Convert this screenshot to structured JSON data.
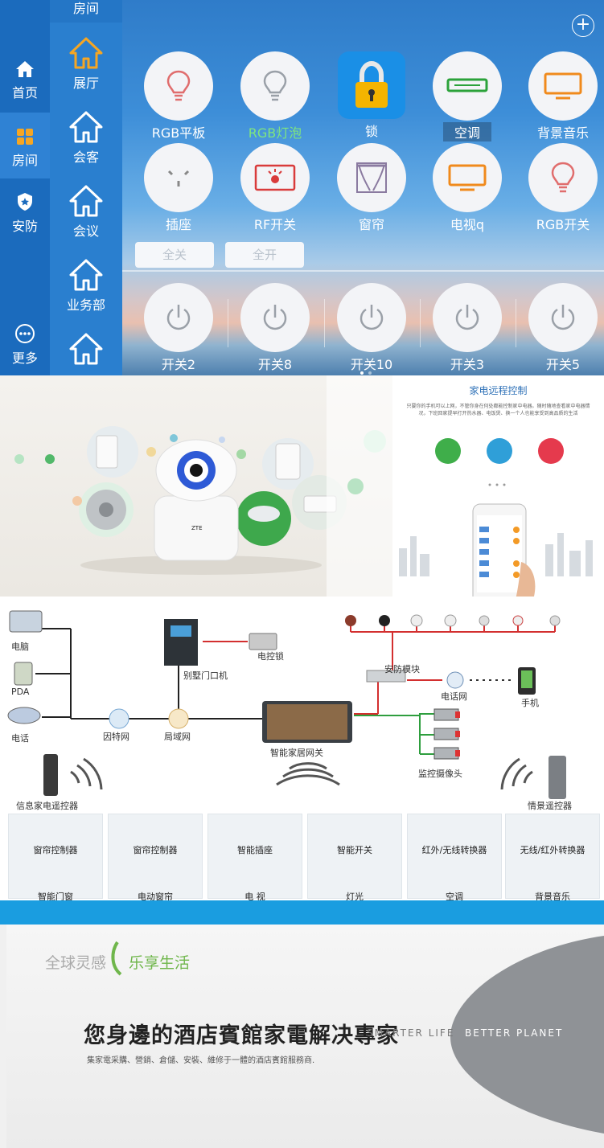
{
  "nav": {
    "items": [
      {
        "label": "首页",
        "icon": "home-icon"
      },
      {
        "label": "房间",
        "icon": "grid-icon"
      },
      {
        "label": "安防",
        "icon": "shield-icon"
      },
      {
        "label": "更多",
        "icon": "more-icon"
      }
    ]
  },
  "rooms": {
    "title": "房间",
    "items": [
      {
        "label": "展厅"
      },
      {
        "label": "会客"
      },
      {
        "label": "会议"
      },
      {
        "label": "业务部"
      }
    ]
  },
  "devices": [
    {
      "label": "RGB平板",
      "icon": "bulb-icon"
    },
    {
      "label": "RGB灯泡",
      "icon": "bulb-icon"
    },
    {
      "label": "锁",
      "icon": "lock-icon"
    },
    {
      "label": "空调",
      "icon": "aircon-icon"
    },
    {
      "label": "背景音乐",
      "icon": "tv-icon"
    },
    {
      "label": "插座",
      "icon": "socket-icon"
    },
    {
      "label": "RF开关",
      "icon": "rf-switch-icon"
    },
    {
      "label": "窗帘",
      "icon": "curtain-icon"
    },
    {
      "label": "电视q",
      "icon": "tv-icon"
    },
    {
      "label": "RGB开关",
      "icon": "bulb-icon"
    }
  ],
  "actions": {
    "all_off": "全关",
    "all_on": "全开"
  },
  "switches": [
    {
      "label": "开关2"
    },
    {
      "label": "开关8"
    },
    {
      "label": "开关10"
    },
    {
      "label": "开关3"
    },
    {
      "label": "开关5"
    }
  ],
  "promo": {
    "title": "家电远程控制",
    "desc": "只要你的手机可以上网，不管你身在何处都能控制家中电器。随时随地查看家中电器情况，下班回家提早打开热水器、电饭煲、换一个人也能享受到高品质的生活"
  },
  "diagram": {
    "labels": {
      "computer": "电脑",
      "pda": "PDA",
      "phone": "电话",
      "internet": "因特网",
      "lan": "局域网",
      "door_unit": "别墅门口机",
      "e_lock": "电控锁",
      "security": "安防模块",
      "tel_net": "电话网",
      "mobile": "手机",
      "gateway": "智能家居网关",
      "camera": "监控摄像头",
      "remote_left": "信息家电遥控器",
      "remote_right": "情景遥控器"
    },
    "tiles": [
      {
        "top": "窗帘控制器",
        "bottom": "智能门窗"
      },
      {
        "top": "窗帘控制器",
        "bottom": "电动窗帘"
      },
      {
        "top": "智能插座",
        "bottom": "电 视"
      },
      {
        "top": "智能开关",
        "bottom": "灯光"
      },
      {
        "top": "红外/无线转换器",
        "bottom": "空调"
      },
      {
        "top": "无线/红外转换器",
        "bottom": "背景音乐"
      }
    ]
  },
  "banner": {
    "slogan_left": "全球灵感",
    "slogan_right": "乐享生活",
    "headline": "您身邊的酒店賓館家電解决專家",
    "subline": "集家電采購、營銷、倉儲、安裝、維修于一體的酒店賓館服務商.",
    "smarter": "SMARTER LIFE",
    "better": "BETTER PLANET"
  },
  "colors": {
    "accent": "#1b6bbd",
    "banner_bar": "#1a9de0",
    "off_red": "#e53935"
  }
}
